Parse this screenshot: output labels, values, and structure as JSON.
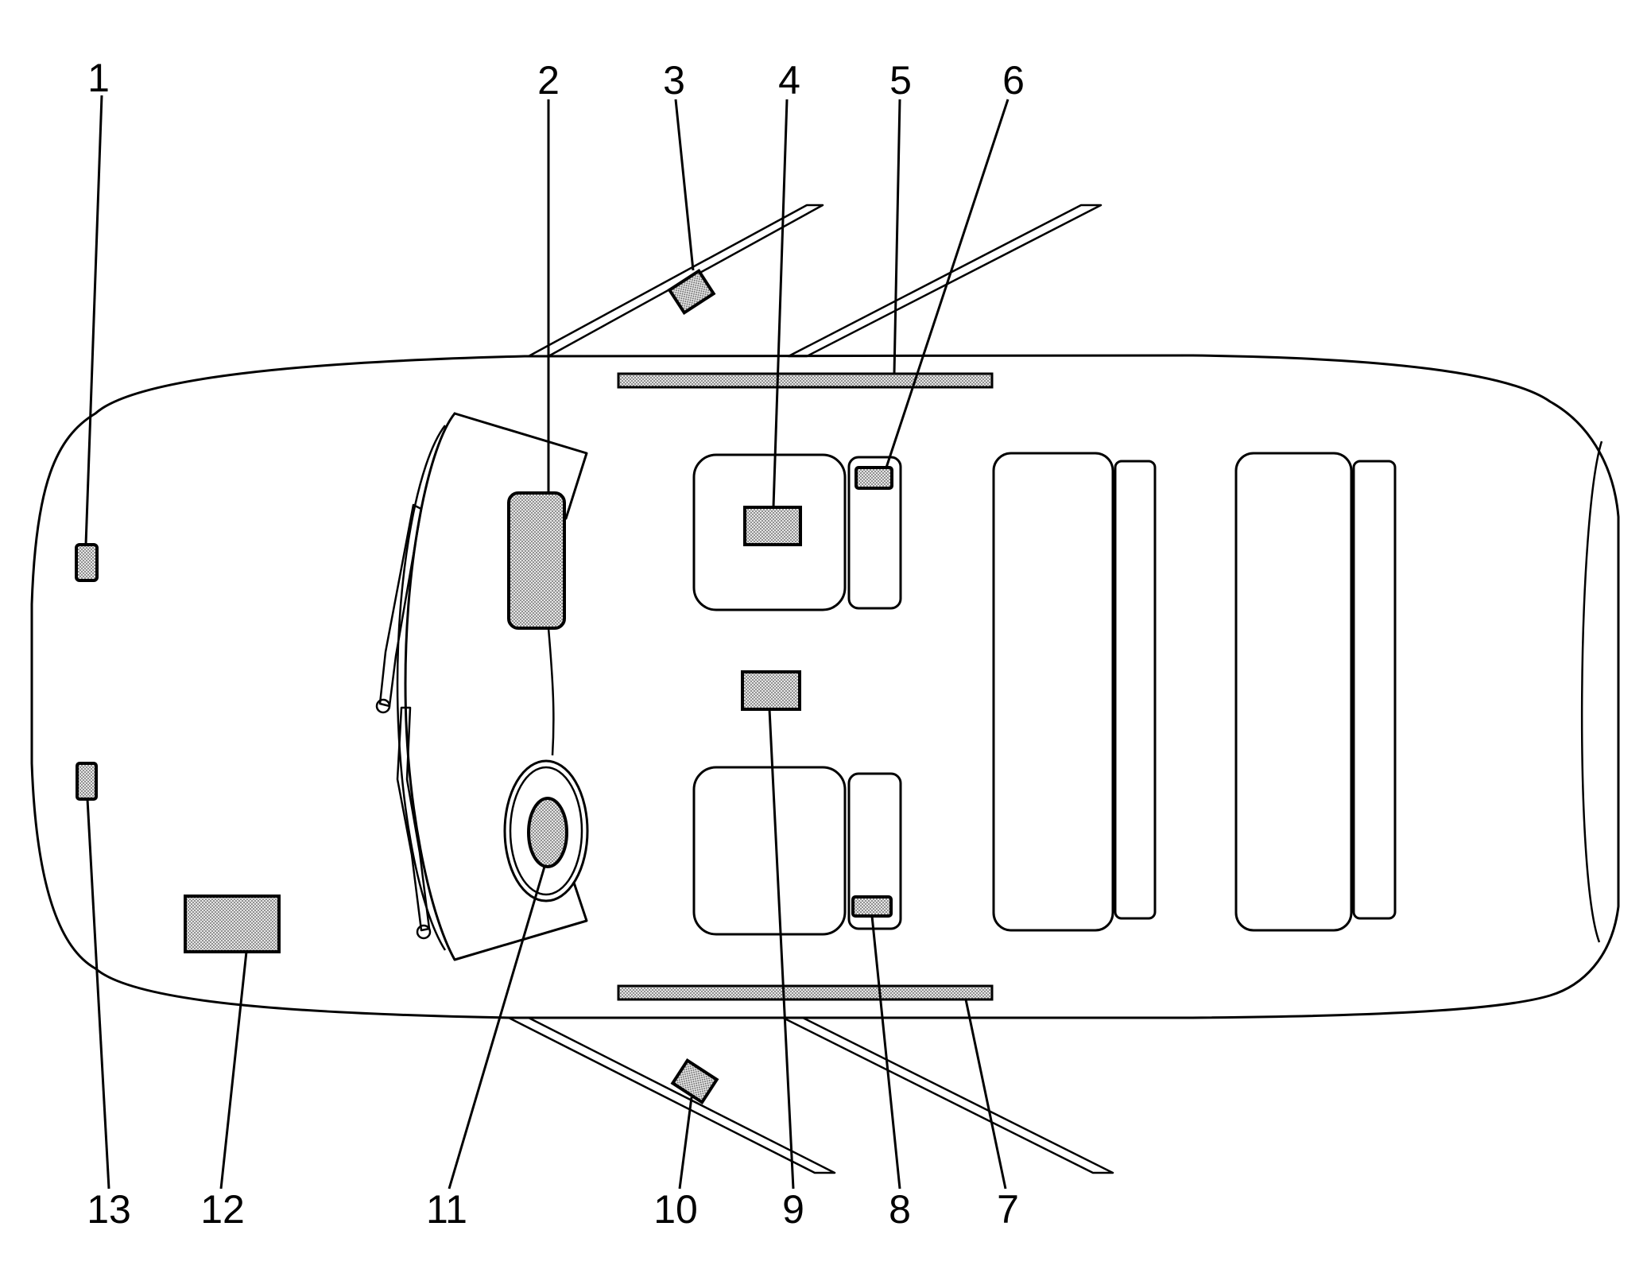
{
  "callouts": [
    {
      "id": "1",
      "label": "1"
    },
    {
      "id": "2",
      "label": "2"
    },
    {
      "id": "3",
      "label": "3"
    },
    {
      "id": "4",
      "label": "4"
    },
    {
      "id": "5",
      "label": "5"
    },
    {
      "id": "6",
      "label": "6"
    },
    {
      "id": "7",
      "label": "7"
    },
    {
      "id": "8",
      "label": "8"
    },
    {
      "id": "9",
      "label": "9"
    },
    {
      "id": "10",
      "label": "10"
    },
    {
      "id": "11",
      "label": "11"
    },
    {
      "id": "12",
      "label": "12"
    },
    {
      "id": "13",
      "label": "13"
    }
  ],
  "colors": {
    "line": "#000000",
    "background": "#ffffff",
    "module_fill": "#d9d9d9"
  }
}
